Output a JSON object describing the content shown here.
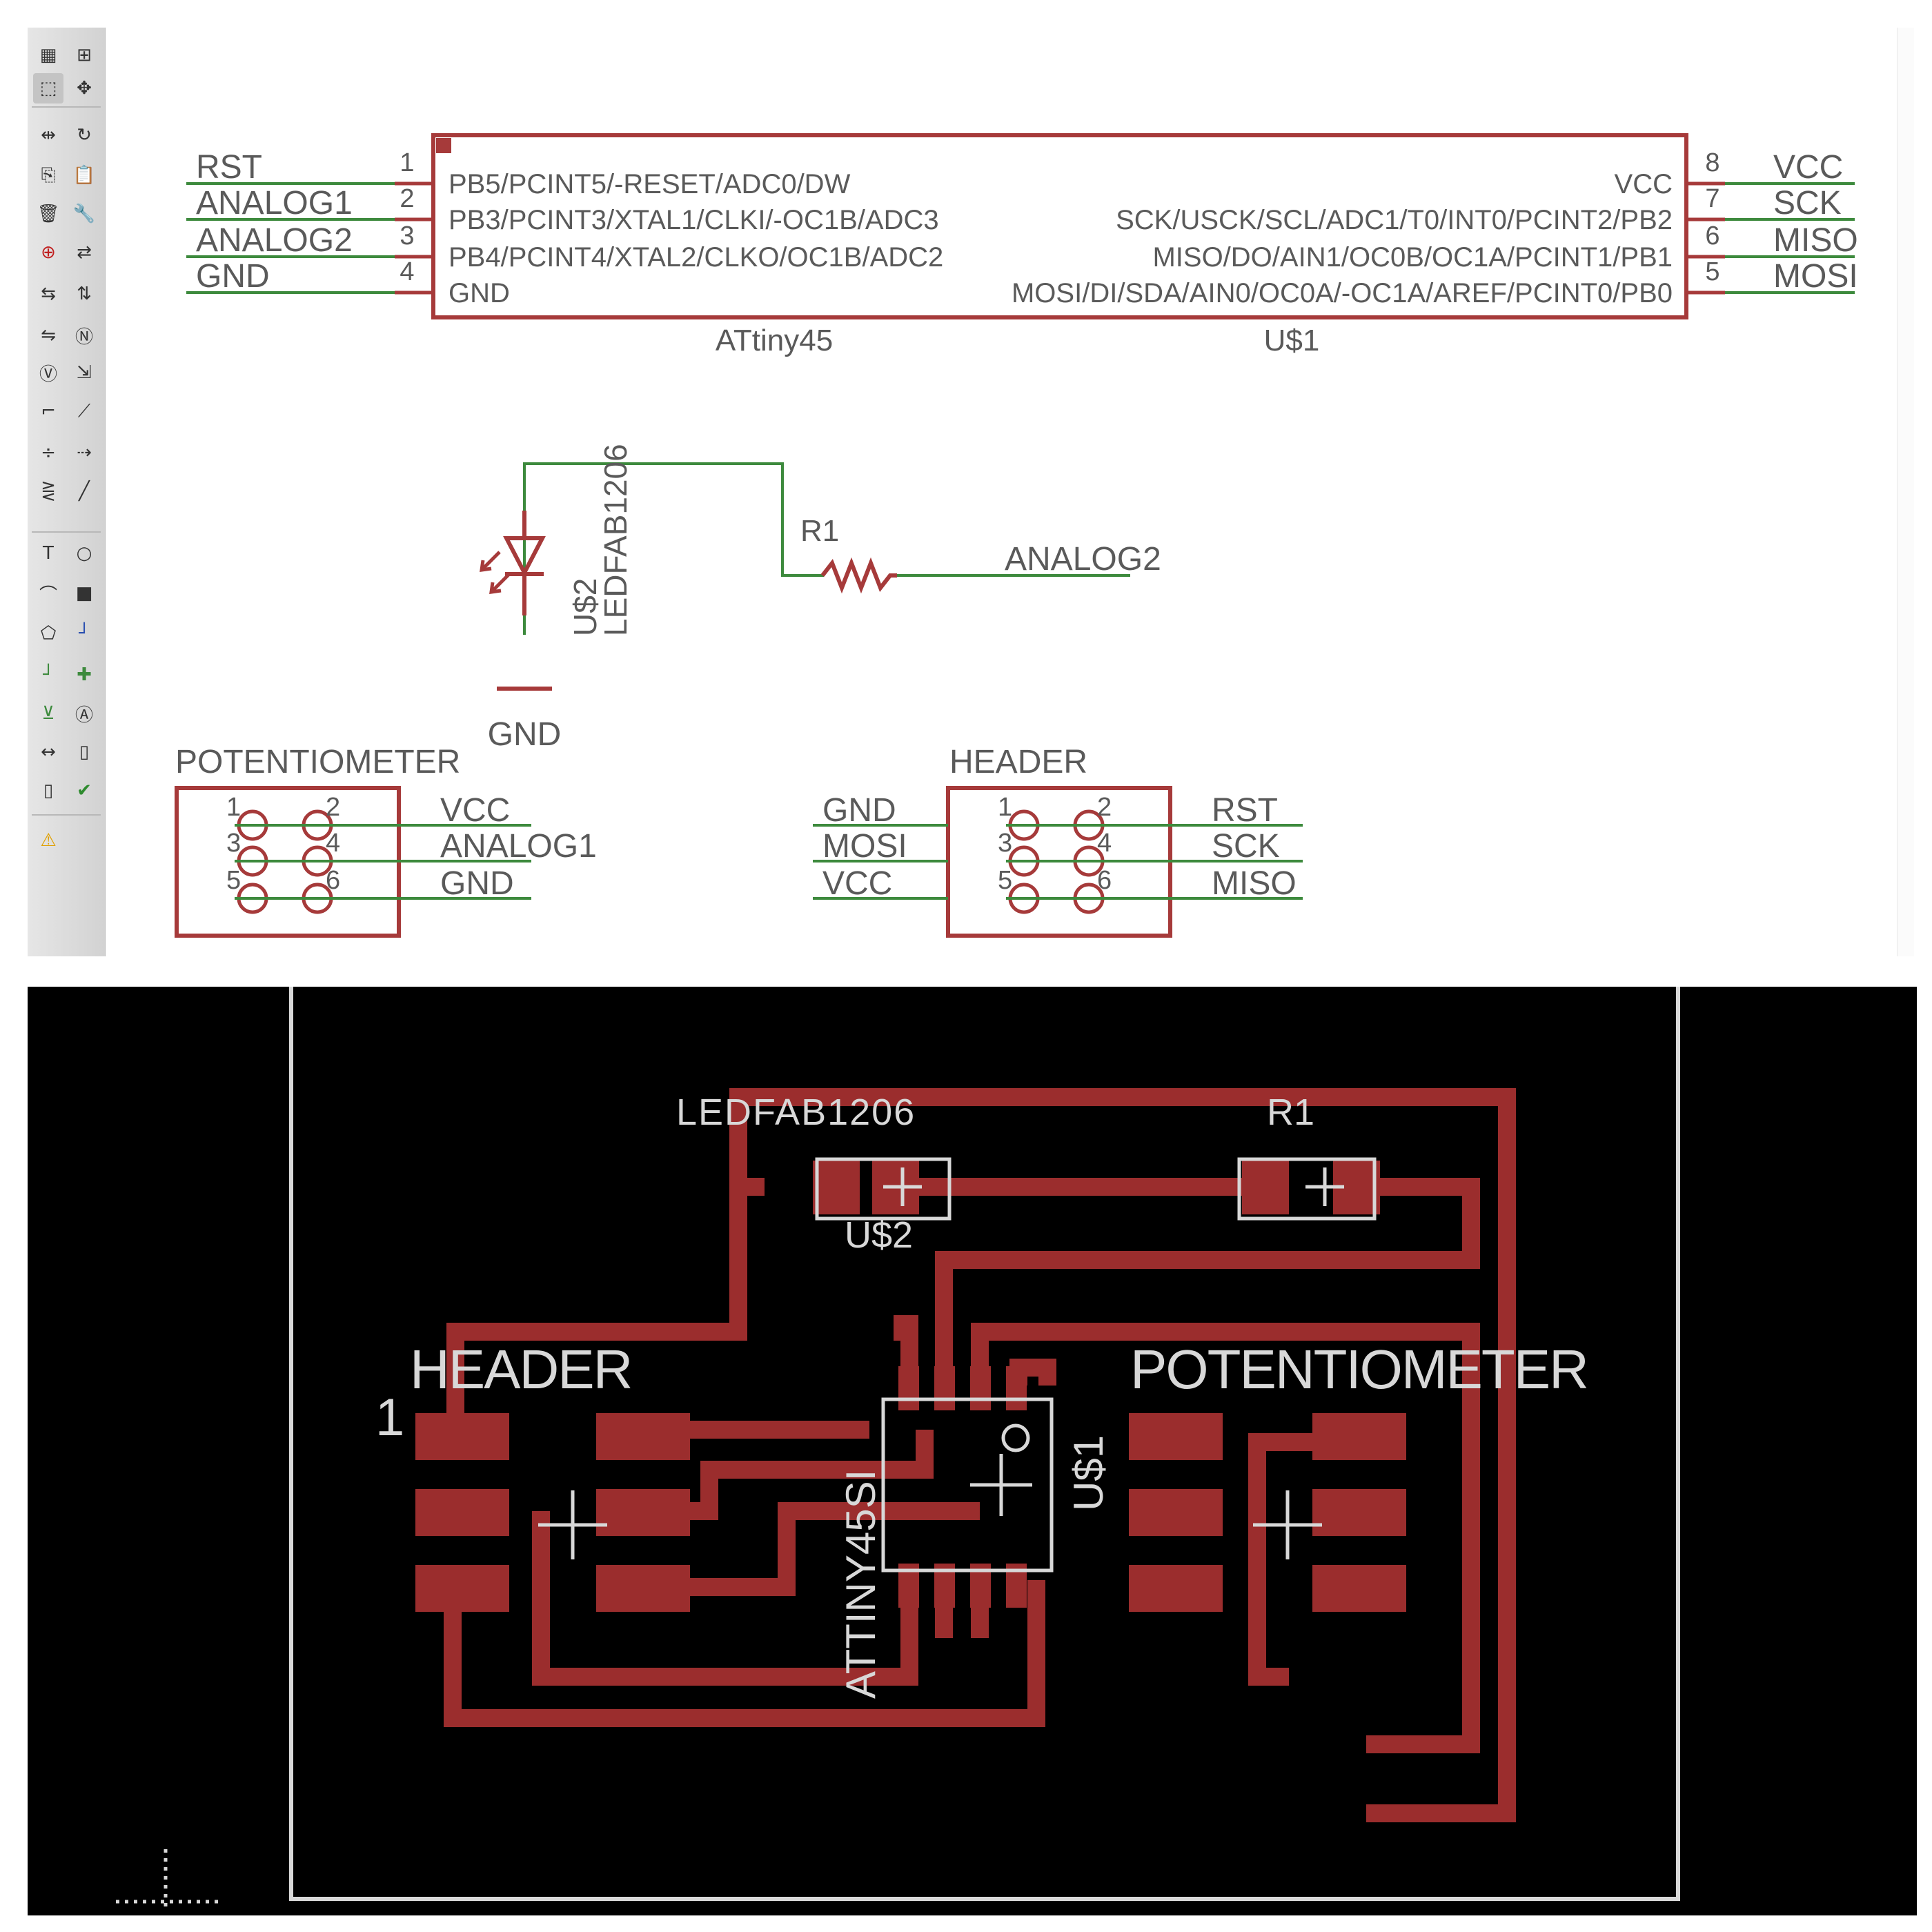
{
  "toolbar": {
    "tools": [
      {
        "name": "layer-settings-icon",
        "glyph": "▦"
      },
      {
        "name": "grid-icon",
        "glyph": "⊞"
      },
      {
        "name": "select-icon",
        "glyph": "⬚"
      },
      {
        "name": "move-icon",
        "glyph": "✥"
      },
      {
        "name": "mirror-icon",
        "glyph": "⇹"
      },
      {
        "name": "rotate-icon",
        "glyph": "↻"
      },
      {
        "name": "copy-icon",
        "glyph": "⎘"
      },
      {
        "name": "paste-icon",
        "glyph": "📋"
      },
      {
        "name": "delete-icon",
        "glyph": "🗑"
      },
      {
        "name": "change-icon",
        "glyph": "🔧"
      },
      {
        "name": "add-part-icon",
        "glyph": "⊕"
      },
      {
        "name": "replace-icon",
        "glyph": "⇄"
      },
      {
        "name": "gateswap-icon",
        "glyph": "⇆"
      },
      {
        "name": "pinswap-icon",
        "glyph": "⇅"
      },
      {
        "name": "invoke-icon",
        "glyph": "⇋"
      },
      {
        "name": "name-icon",
        "glyph": "Ⓝ"
      },
      {
        "name": "value-icon",
        "glyph": "Ⓥ"
      },
      {
        "name": "smash-icon",
        "glyph": "⇲"
      },
      {
        "name": "miter-icon",
        "glyph": "⌐"
      },
      {
        "name": "split-icon",
        "glyph": "⟋"
      },
      {
        "name": "optimize-icon",
        "glyph": "÷"
      },
      {
        "name": "route-icon",
        "glyph": "⇢"
      },
      {
        "name": "ripup-icon",
        "glyph": "⋛"
      },
      {
        "name": "wire-icon",
        "glyph": "╱"
      },
      {
        "name": "text-icon",
        "glyph": "T"
      },
      {
        "name": "circle-icon",
        "glyph": "○"
      },
      {
        "name": "arc-icon",
        "glyph": "⌒"
      },
      {
        "name": "rect-icon",
        "glyph": "■"
      },
      {
        "name": "polygon-icon",
        "glyph": "⬠"
      },
      {
        "name": "bus-icon",
        "glyph": "┘"
      },
      {
        "name": "net-icon",
        "glyph": "┘"
      },
      {
        "name": "junction-icon",
        "glyph": "✚"
      },
      {
        "name": "label-icon",
        "glyph": "⊻"
      },
      {
        "name": "attribute-icon",
        "glyph": "Ⓐ"
      },
      {
        "name": "dimension-icon",
        "glyph": "↔"
      },
      {
        "name": "frame-icon",
        "glyph": "▯"
      },
      {
        "name": "frame2-icon",
        "glyph": "▯"
      },
      {
        "name": "erc-icon",
        "glyph": "✔"
      },
      {
        "name": "errors-icon",
        "glyph": "⚠"
      }
    ]
  },
  "schematic": {
    "chip": {
      "left_pins": [
        {
          "num": "1",
          "func": "PB5/PCINT5/-RESET/ADC0/DW",
          "net": "RST"
        },
        {
          "num": "2",
          "func": "PB3/PCINT3/XTAL1/CLKI/-OC1B/ADC3",
          "net": "ANALOG1"
        },
        {
          "num": "3",
          "func": "PB4/PCINT4/XTAL2/CLKO/OC1B/ADC2",
          "net": "ANALOG2"
        },
        {
          "num": "4",
          "func": "GND",
          "net": "GND"
        }
      ],
      "right_pins": [
        {
          "num": "8",
          "func": "VCC",
          "net": "VCC"
        },
        {
          "num": "7",
          "func": "SCK/USCK/SCL/ADC1/T0/INT0/PCINT2/PB2",
          "net": "SCK"
        },
        {
          "num": "6",
          "func": "MISO/DO/AIN1/OC0B/OC1A/PCINT1/PB1",
          "net": "MISO"
        },
        {
          "num": "5",
          "func": "MOSI/DI/SDA/AIN0/OC0A/-OC1A/AREF/PCINT0/PB0",
          "net": "MOSI"
        }
      ],
      "value": "ATtiny45",
      "name": "U$1"
    },
    "led": {
      "value": "LEDFAB1206",
      "name": "U$2",
      "gnd": "GND"
    },
    "resistor": {
      "name": "R1",
      "net": "ANALOG2"
    },
    "potentiometer": {
      "title": "POTENTIOMETER",
      "pins": [
        "1",
        "2",
        "3",
        "4",
        "5",
        "6"
      ],
      "nets": [
        "VCC",
        "ANALOG1",
        "GND"
      ]
    },
    "header": {
      "title": "HEADER",
      "pins": [
        "1",
        "2",
        "3",
        "4",
        "5",
        "6"
      ],
      "left_nets": [
        "GND",
        "MOSI",
        "VCC"
      ],
      "right_nets": [
        "RST",
        "SCK",
        "MISO"
      ]
    }
  },
  "board": {
    "led_value": "LEDFAB1206",
    "led_name": "U$2",
    "resistor_name": "R1",
    "header_label": "HEADER",
    "header_pin1": "1",
    "pot_label": "POTENTIOMETER",
    "chip_value": "ATTINY45SI",
    "chip_name": "U$1"
  },
  "colors": {
    "symbol": "#a63a3a",
    "net": "#3d8a3d",
    "text": "#5a5a5a",
    "copper": "#9b2d2d",
    "silk": "#d8d8d8",
    "board_bg": "#000000"
  }
}
